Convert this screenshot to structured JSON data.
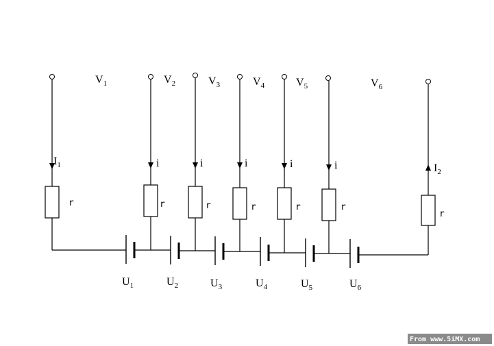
{
  "nodes": [
    {
      "label": "V",
      "sub": "1"
    },
    {
      "label": "V",
      "sub": "2"
    },
    {
      "label": "V",
      "sub": "3"
    },
    {
      "label": "V",
      "sub": "4"
    },
    {
      "label": "V",
      "sub": "5"
    },
    {
      "label": "V",
      "sub": "6"
    }
  ],
  "currents": [
    {
      "label": "I",
      "sub": "1"
    },
    {
      "label": "i",
      "sub": ""
    },
    {
      "label": "i",
      "sub": ""
    },
    {
      "label": "i",
      "sub": ""
    },
    {
      "label": "i",
      "sub": ""
    },
    {
      "label": "i",
      "sub": ""
    },
    {
      "label": "I",
      "sub": "2"
    }
  ],
  "resistor_label": "r",
  "batteries": [
    {
      "label": "U",
      "sub": "1"
    },
    {
      "label": "U",
      "sub": "2"
    },
    {
      "label": "U",
      "sub": "3"
    },
    {
      "label": "U",
      "sub": "4"
    },
    {
      "label": "U",
      "sub": "5"
    },
    {
      "label": "U",
      "sub": "6"
    }
  ],
  "watermark": "From www.5iMX.com",
  "colors": {
    "line": "#000000",
    "watermark_bg": "#8a8a8a"
  }
}
